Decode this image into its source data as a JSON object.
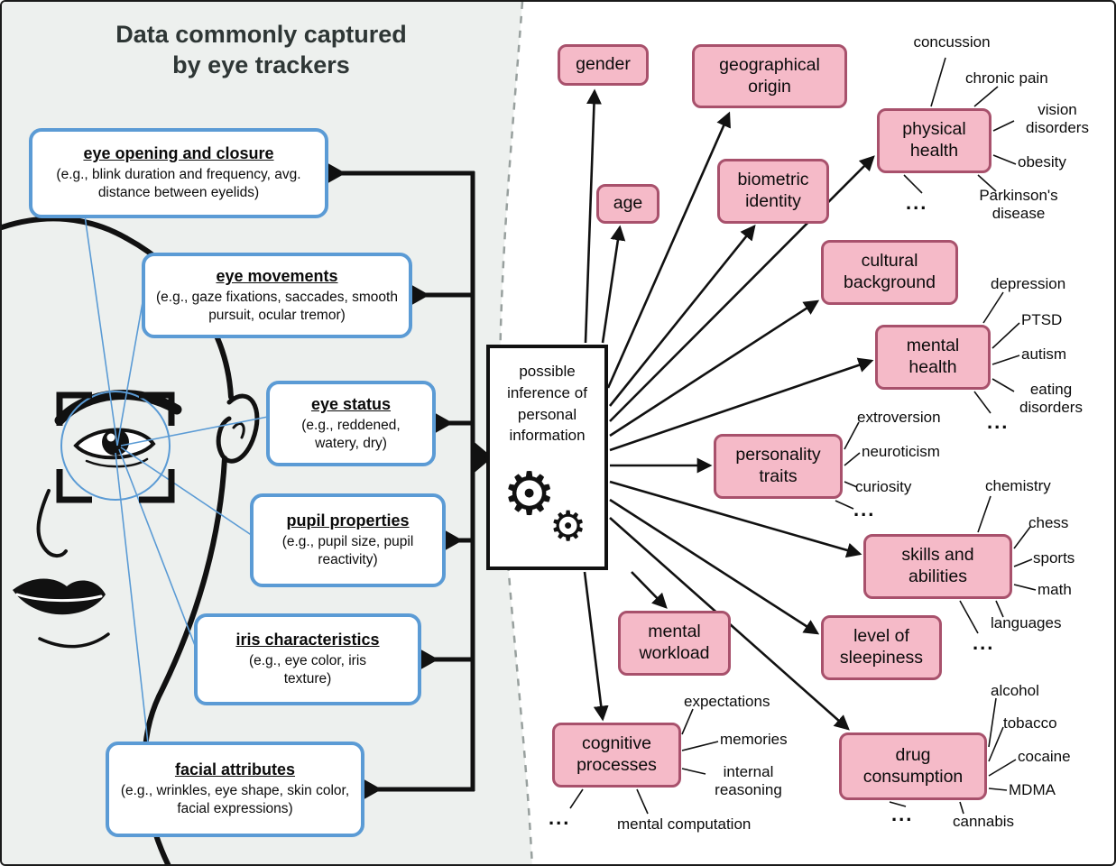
{
  "figure_title": "Data commonly captured by eye trackers",
  "captured_data": {
    "boxes": [
      {
        "title": "eye opening and closure",
        "detail": "(e.g., blink duration and frequency, avg. distance between eyelids)"
      },
      {
        "title": "eye movements",
        "detail": "(e.g., gaze fixations, saccades, smooth pursuit, ocular tremor)"
      },
      {
        "title": "eye status",
        "detail": "(e.g., reddened, watery, dry)"
      },
      {
        "title": "pupil properties",
        "detail": "(e.g., pupil size, pupil reactivity)"
      },
      {
        "title": "iris characteristics",
        "detail": "(e.g., eye color, iris texture)"
      },
      {
        "title": "facial attributes",
        "detail": "(e.g., wrinkles, eye shape, skin color, facial expressions)"
      }
    ]
  },
  "center": {
    "label": "possible inference of personal information",
    "icon": "gears-icon"
  },
  "icons": {
    "gear": "⚙"
  },
  "inferences": [
    {
      "label": "gender"
    },
    {
      "label": "age"
    },
    {
      "label": "geographical origin"
    },
    {
      "label": "biometric identity"
    },
    {
      "label": "physical health",
      "examples": [
        "concussion",
        "chronic pain",
        "vision disorders",
        "obesity",
        "Parkinson's disease",
        "..."
      ]
    },
    {
      "label": "cultural background"
    },
    {
      "label": "mental health",
      "examples": [
        "depression",
        "PTSD",
        "autism",
        "eating disorders",
        "..."
      ]
    },
    {
      "label": "personality traits",
      "examples": [
        "extroversion",
        "neuroticism",
        "curiosity",
        "..."
      ]
    },
    {
      "label": "skills and abilities",
      "examples": [
        "chemistry",
        "chess",
        "sports",
        "math",
        "languages",
        "..."
      ]
    },
    {
      "label": "mental workload"
    },
    {
      "label": "level of sleepiness"
    },
    {
      "label": "cognitive processes",
      "examples": [
        "expectations",
        "memories",
        "internal reasoning",
        "mental computation",
        "..."
      ]
    },
    {
      "label": "drug consumption",
      "examples": [
        "alcohol",
        "tobacco",
        "cocaine",
        "MDMA",
        "cannabis",
        "..."
      ]
    }
  ],
  "colors": {
    "blue_box_border": "#5b9bd5",
    "pink_fill": "#f5bac8",
    "pink_border": "#a8516c",
    "panel_background": "#edf0ee",
    "line": "#111111"
  }
}
